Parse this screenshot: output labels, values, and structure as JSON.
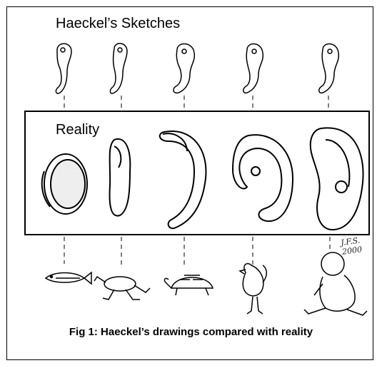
{
  "figure": {
    "top_title": "Haeckel’s Sketches",
    "reality_label": "Reality",
    "caption": "Fig 1: Haeckel’s drawings compared with reality",
    "signature": "J.F.S. 2000"
  },
  "columns": [
    {
      "animal": "fish"
    },
    {
      "animal": "frog"
    },
    {
      "animal": "turtle"
    },
    {
      "animal": "chicken"
    },
    {
      "animal": "human"
    }
  ]
}
